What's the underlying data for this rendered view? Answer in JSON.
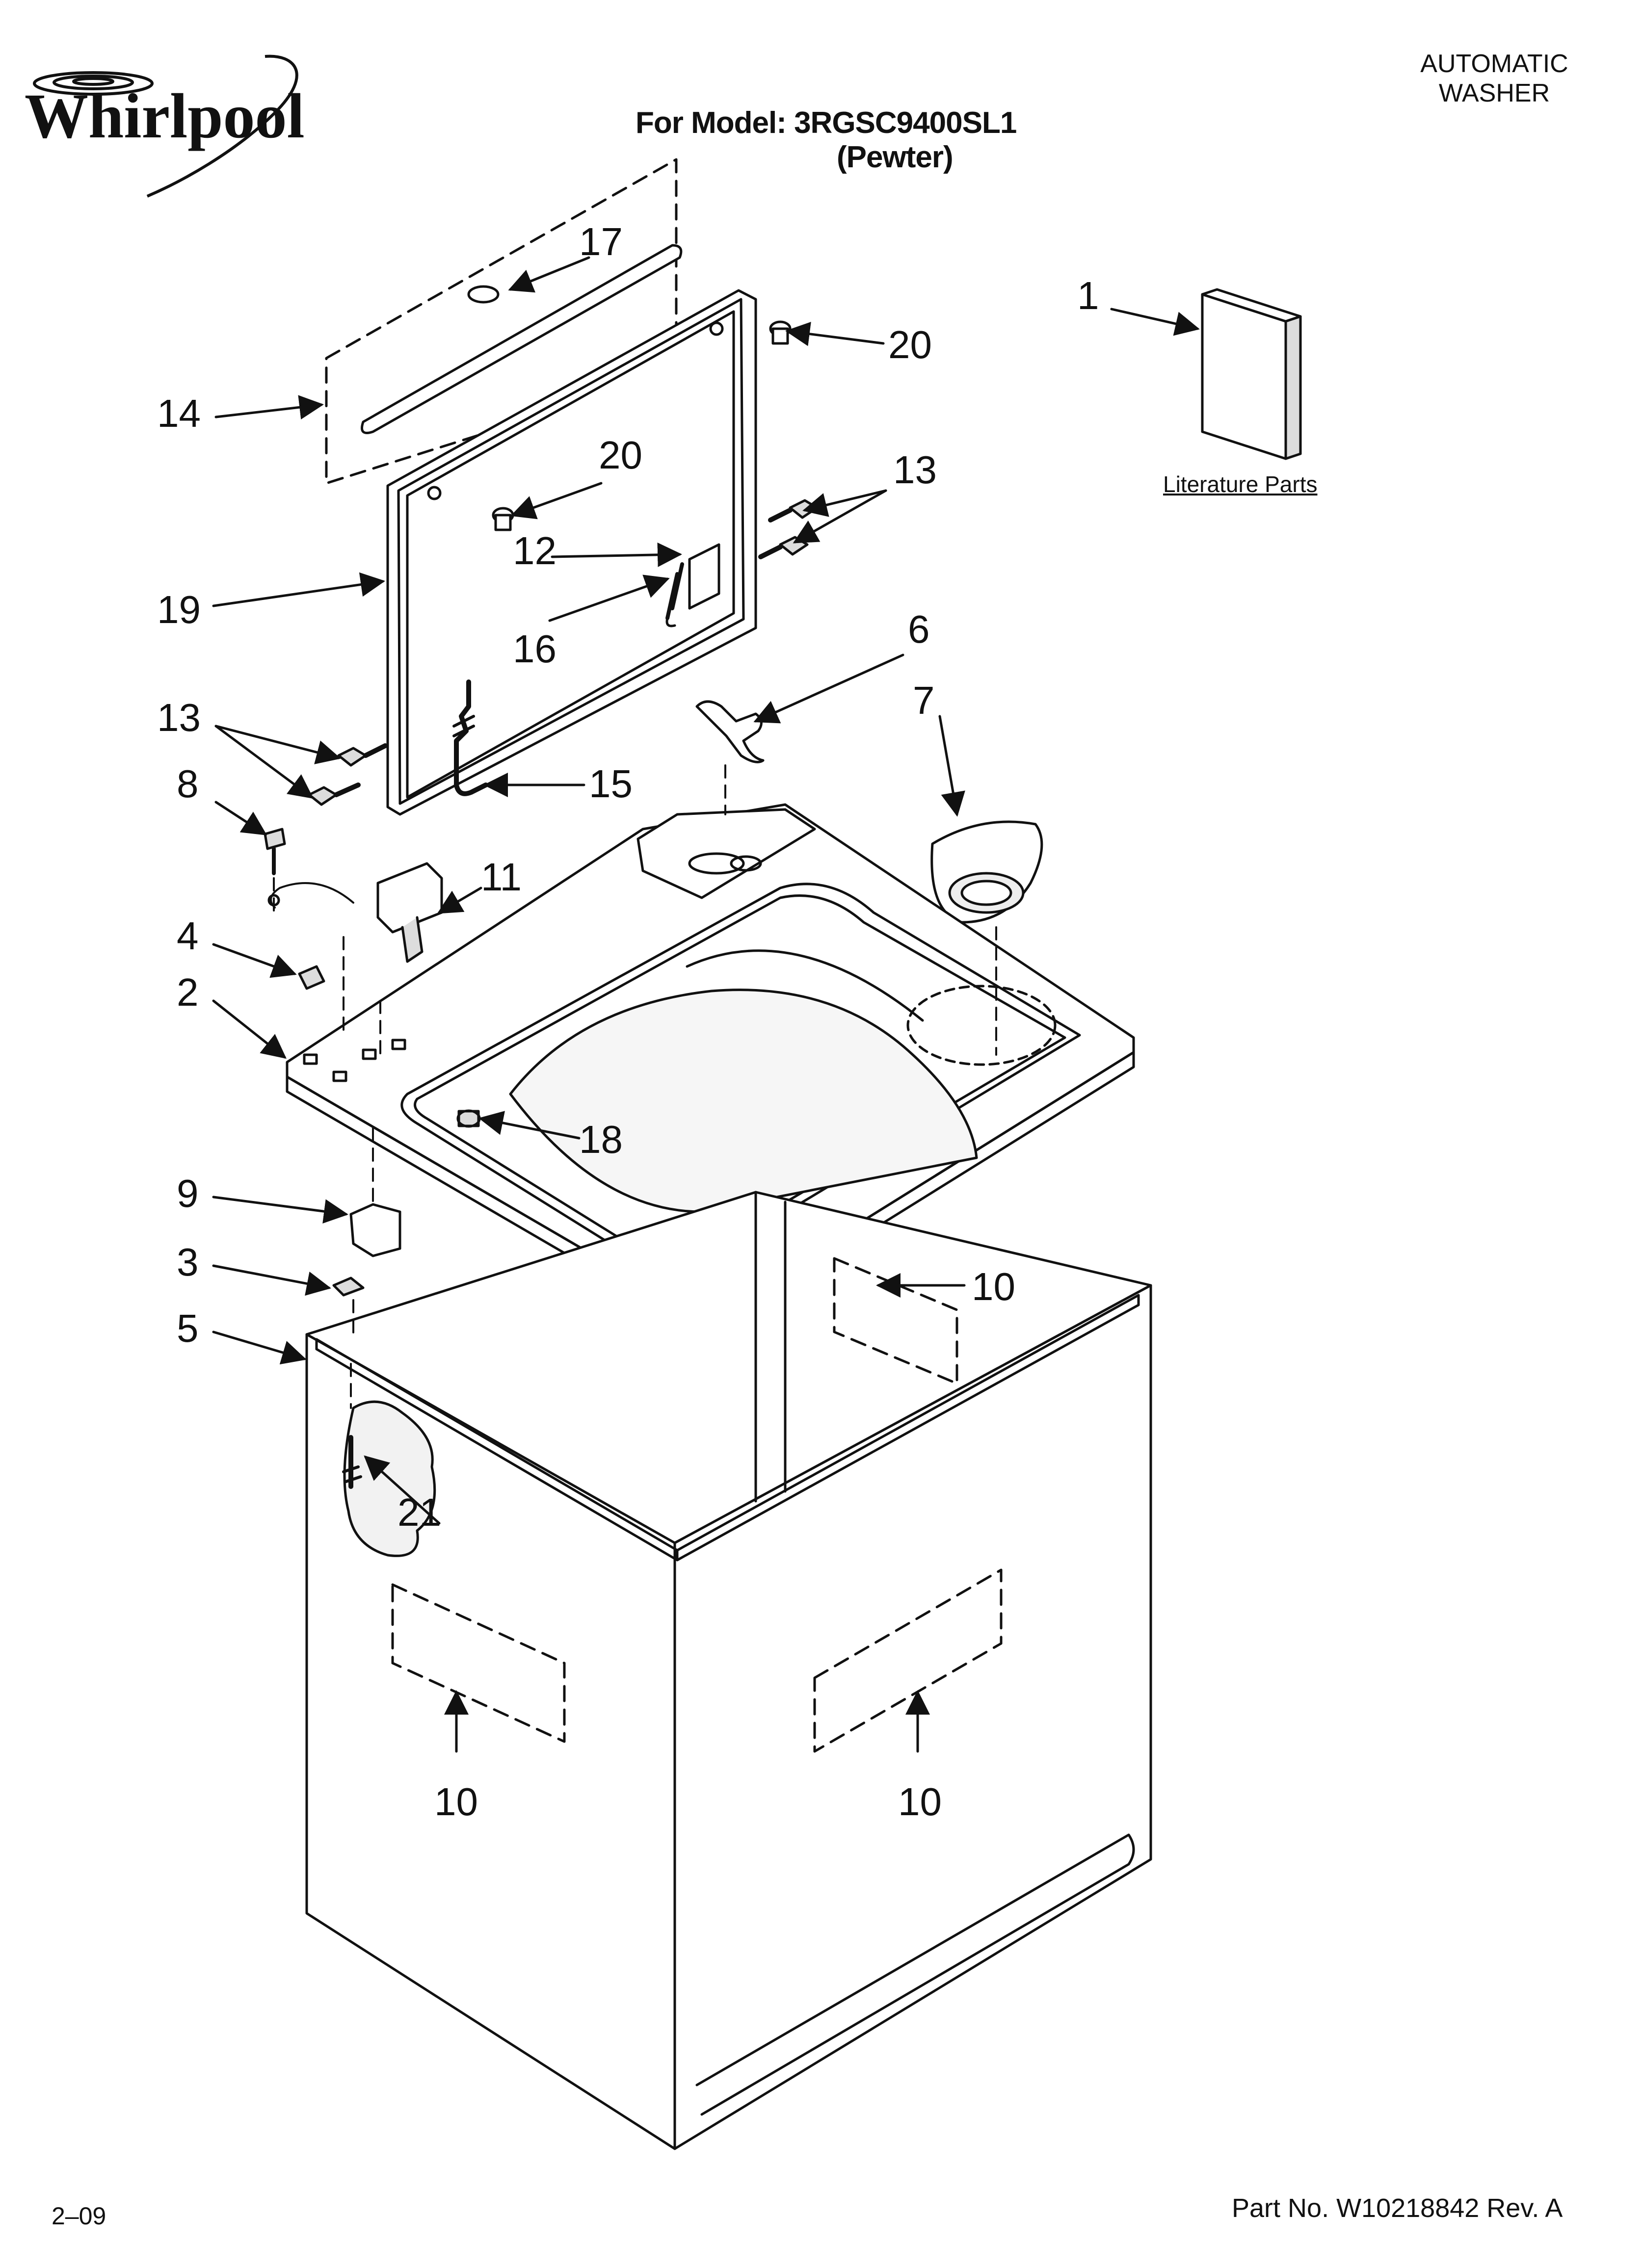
{
  "logo": {
    "text": "Whirlpool",
    "icon": "whirlpool-swirl-logo"
  },
  "header": {
    "product_line1": "AUTOMATIC",
    "product_line2": "WASHER",
    "model_label": "For Model: 3RGSC9400SL1",
    "model_color": "(Pewter)"
  },
  "literature": {
    "label": "Literature Parts"
  },
  "callouts": {
    "c1": "1",
    "c2": "2",
    "c3": "3",
    "c4": "4",
    "c5": "5",
    "c6": "6",
    "c7": "7",
    "c8": "8",
    "c9": "9",
    "c10a": "10",
    "c10b": "10",
    "c10c": "10",
    "c11": "11",
    "c12": "12",
    "c13a": "13",
    "c13b": "13",
    "c14": "14",
    "c15": "15",
    "c16": "16",
    "c17": "17",
    "c18": "18",
    "c19": "19",
    "c20a": "20",
    "c20b": "20",
    "c21": "21"
  },
  "footer": {
    "date": "2–09",
    "part_number": "Part No. W10218842 Rev. A"
  },
  "colors": {
    "ink": "#111111",
    "paper": "#ffffff"
  }
}
